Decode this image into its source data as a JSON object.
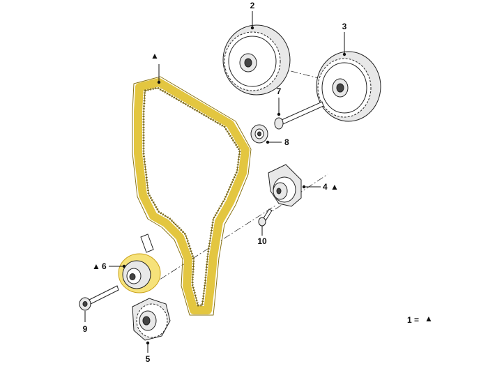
{
  "callouts": [
    {
      "id": "2",
      "label": "2",
      "marked": false
    },
    {
      "id": "3",
      "label": "3",
      "marked": false
    },
    {
      "id": "7",
      "label": "7",
      "marked": false
    },
    {
      "id": "8",
      "label": "8",
      "marked": false
    },
    {
      "id": "4",
      "label": "4",
      "marked": true
    },
    {
      "id": "10",
      "label": "10",
      "marked": false
    },
    {
      "id": "6",
      "label": "6",
      "marked": true
    },
    {
      "id": "9",
      "label": "9",
      "marked": false
    },
    {
      "id": "5",
      "label": "5",
      "marked": false
    }
  ],
  "legend": {
    "text": "1 =",
    "symbol": "▲"
  },
  "belt_marker": "▲",
  "colors": {
    "belt": "#e3c640",
    "ink": "#111111"
  }
}
